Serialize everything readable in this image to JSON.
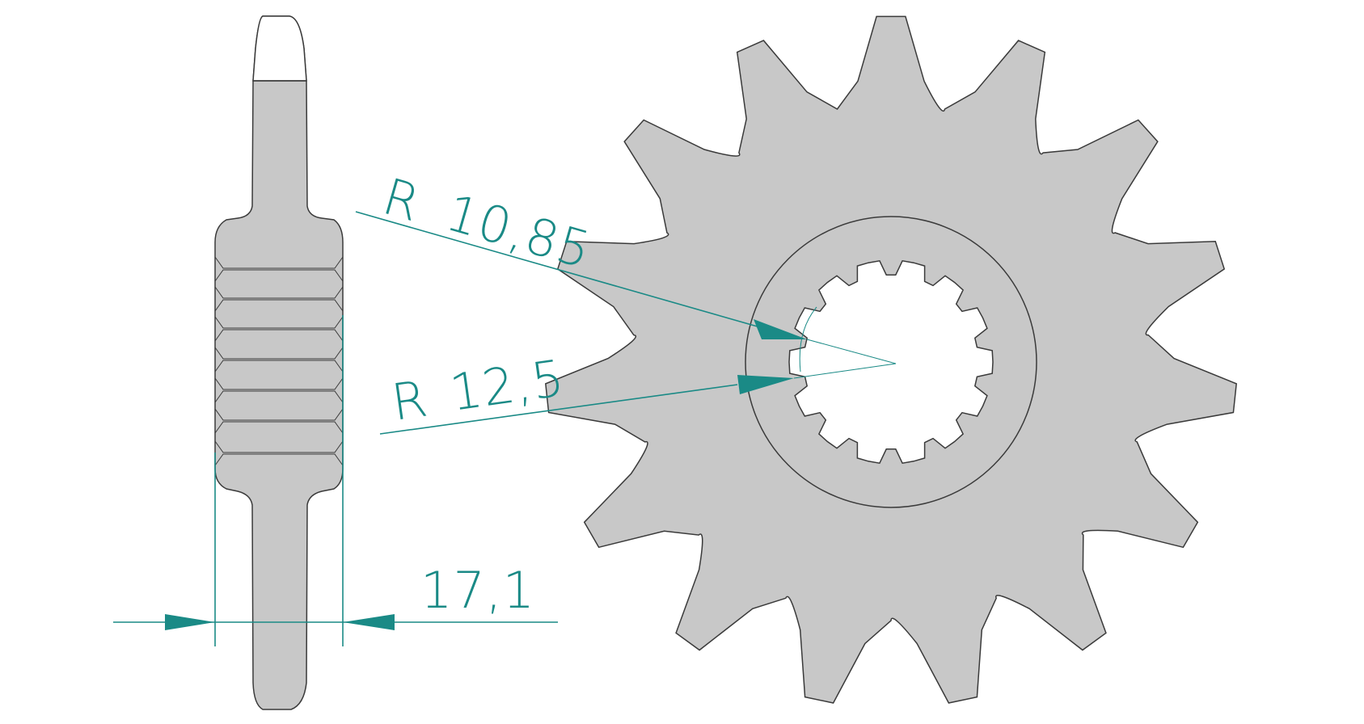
{
  "drawing": {
    "colors": {
      "part_fill": "#c8c8c8",
      "outline": "#3a3a3a",
      "dimension": "#1a8a86",
      "background": "#ffffff"
    },
    "sprocket_teeth": 15,
    "spline_teeth": 14,
    "dimensions": {
      "radius_small": {
        "prefix": "R",
        "value": "10,85"
      },
      "radius_large": {
        "prefix": "R",
        "value": "12,5"
      },
      "thickness": {
        "value": "17,1"
      }
    }
  }
}
